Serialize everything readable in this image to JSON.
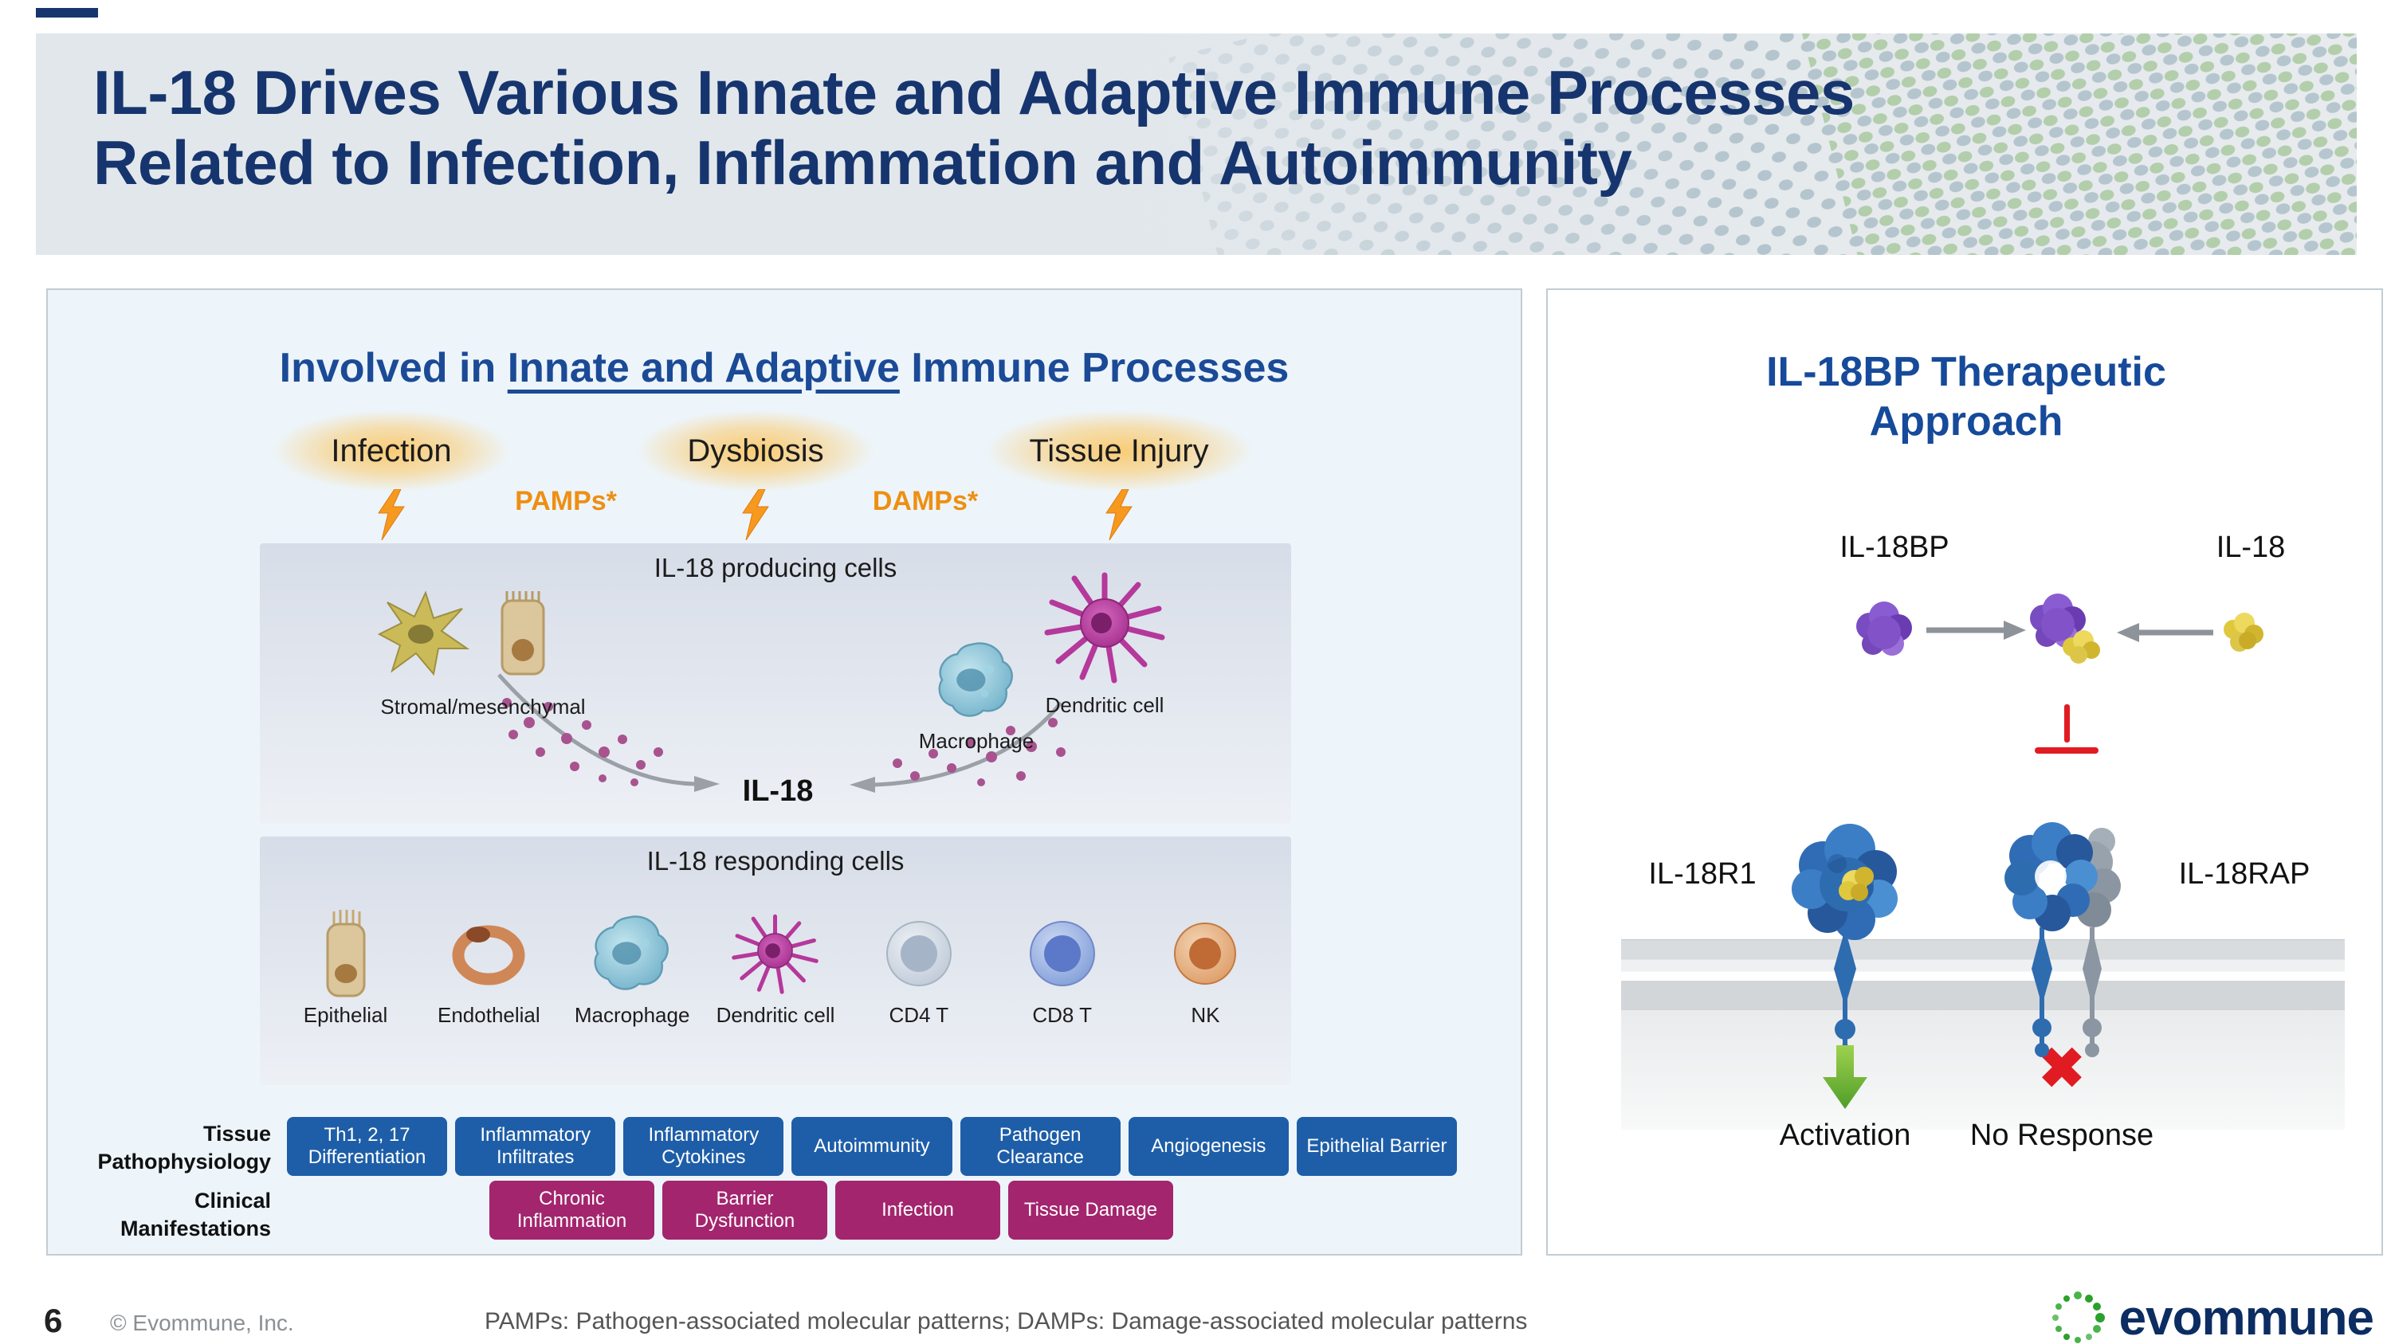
{
  "header": {
    "title_line1": "IL-18 Drives Various Innate and Adaptive Immune Processes",
    "title_line2": "Related to Infection, Inflammation and Autoimmunity"
  },
  "left_panel": {
    "title_prefix": "Involved in ",
    "title_underline": "Innate and Adaptive",
    "title_suffix": " Immune Processes",
    "triggers": [
      "Infection",
      "Dysbiosis",
      "Tissue Injury"
    ],
    "pamps_label": "PAMPs*",
    "damps_label": "DAMPs*",
    "producing_box": {
      "title": "IL-18 producing cells",
      "cells": [
        "Stromal/mesenchymal",
        "Macrophage",
        "Dendritic cell"
      ]
    },
    "il18_label": "IL-18",
    "responding_box": {
      "title": "IL-18 responding cells",
      "cells": [
        "Epithelial",
        "Endothelial",
        "Macrophage",
        "Dendritic cell",
        "CD4 T",
        "CD8 T",
        "NK"
      ]
    },
    "tissue_row_label": "Tissue Pathophysiology",
    "tissue_items": [
      "Th1, 2, 17 Differentiation",
      "Inflammatory Infiltrates",
      "Inflammatory Cytokines",
      "Autoimmunity",
      "Pathogen Clearance",
      "Angiogenesis",
      "Epithelial Barrier"
    ],
    "clinical_row_label": "Clinical Manifestations",
    "clinical_items": [
      "Chronic Inflammation",
      "Barrier Dysfunction",
      "Infection",
      "Tissue Damage"
    ]
  },
  "right_panel": {
    "title": "IL-18BP Therapeutic Approach",
    "il18bp_label": "IL-18BP",
    "il18_label": "IL-18",
    "il18r1_label": "IL-18R1",
    "il18rap_label": "IL-18RAP",
    "activation_label": "Activation",
    "no_response_label": "No Response"
  },
  "icons": {
    "red_x": "✖"
  },
  "footer": {
    "page_number": "6",
    "copyright": "© Evommune, Inc.",
    "footnote": "PAMPs: Pathogen-associated molecular patterns; DAMPs: Damage-associated molecular patterns",
    "logo_text": "evommune"
  },
  "colors": {
    "title_navy": "#16356e",
    "panel_title_blue": "#1b4a96",
    "orange": "#ee8f12",
    "chip_blue": "#1e5ea8",
    "chip_magenta": "#a3256e",
    "inhibit_red": "#e11b22",
    "activation_green": "#5fae2e"
  }
}
